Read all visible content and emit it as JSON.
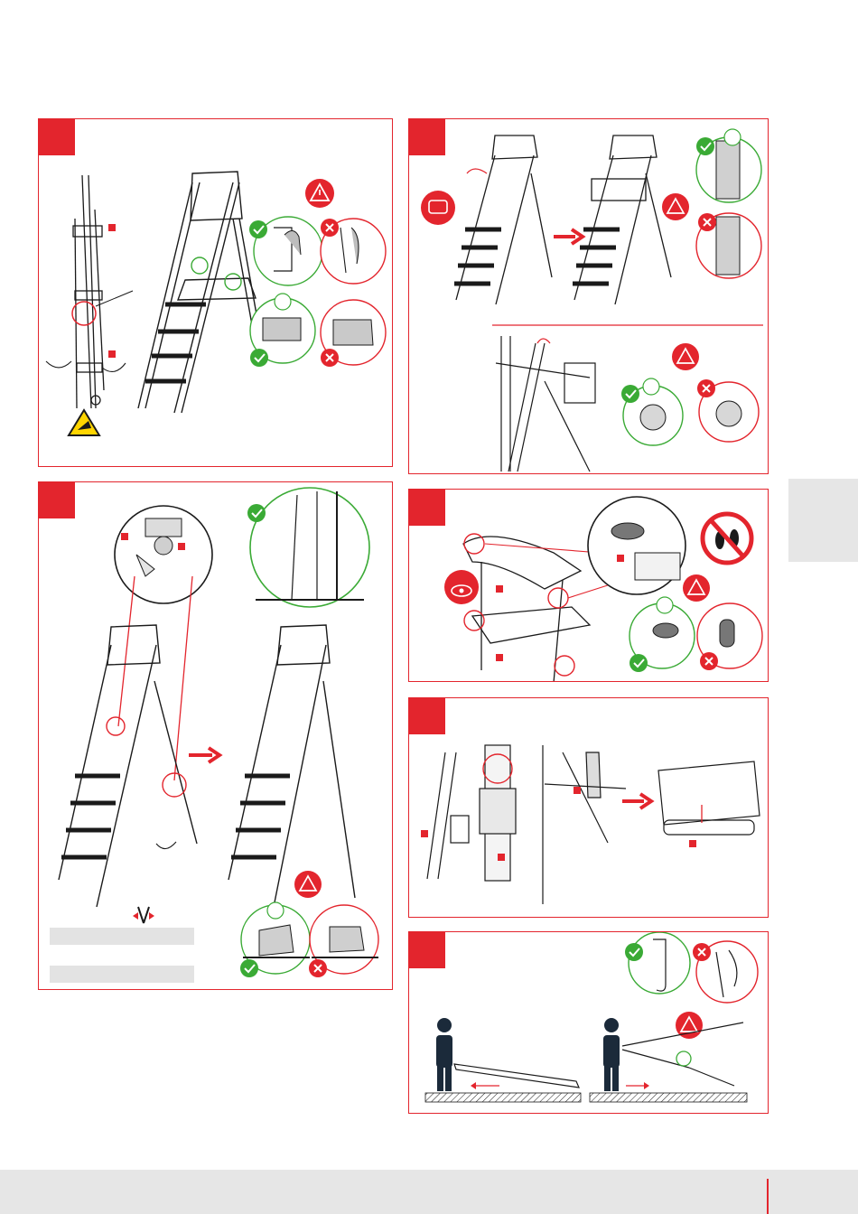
{
  "page": {
    "steps": [
      "step-1",
      "step-2",
      "step-3",
      "step-4",
      "step-5",
      "step-6"
    ],
    "colors": {
      "accent_red": "#e3252d",
      "ok_green": "#3aaa35",
      "ink": "#1a1a1a",
      "figure_navy": "#1b2a3a",
      "bar_grey": "#e3e3e3"
    },
    "icons": [
      "warning-icon",
      "check-icon",
      "cross-icon",
      "hand-crush-hazard-icon",
      "handle-grip-icon",
      "eye-inspection-icon",
      "no-standing-icon",
      "arrow-right-icon",
      "person-icon"
    ]
  }
}
